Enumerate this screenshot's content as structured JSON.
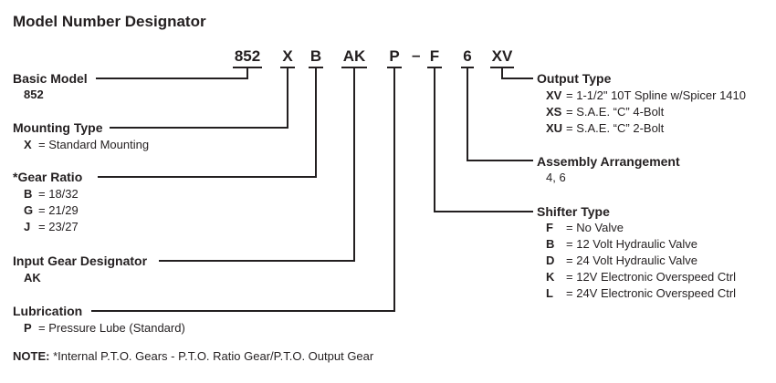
{
  "title": "Model Number Designator",
  "segments": {
    "s852": "852",
    "x": "X",
    "b": "B",
    "ak": "AK",
    "p": "P",
    "dash": "–",
    "f": "F",
    "six": "6",
    "xv": "XV"
  },
  "basic_model": {
    "heading": "Basic Model",
    "value": "852"
  },
  "mounting_type": {
    "heading": "Mounting Type",
    "options": [
      {
        "code": "X",
        "eq": "=",
        "desc": "Standard Mounting"
      }
    ]
  },
  "gear_ratio": {
    "heading": "*Gear Ratio",
    "options": [
      {
        "code": "B",
        "eq": "=",
        "desc": "18/32"
      },
      {
        "code": "G",
        "eq": "=",
        "desc": "21/29"
      },
      {
        "code": "J",
        "eq": "=",
        "desc": "23/27"
      }
    ]
  },
  "input_gear": {
    "heading": "Input Gear Designator",
    "value": "AK"
  },
  "lubrication": {
    "heading": "Lubrication",
    "options": [
      {
        "code": "P",
        "eq": "=",
        "desc": "Pressure Lube (Standard)"
      }
    ]
  },
  "output_type": {
    "heading": "Output Type",
    "options": [
      {
        "code": "XV",
        "eq": "=",
        "desc": "1-1/2\" 10T Spline w/Spicer 1410"
      },
      {
        "code": "XS",
        "eq": "=",
        "desc": "S.A.E. “C” 4-Bolt"
      },
      {
        "code": "XU",
        "eq": "=",
        "desc": "S.A.E. “C” 2-Bolt"
      }
    ]
  },
  "assembly": {
    "heading": "Assembly Arrangement",
    "value": "4, 6"
  },
  "shifter_type": {
    "heading": "Shifter Type",
    "options": [
      {
        "code": "F",
        "eq": "=",
        "desc": "No Valve"
      },
      {
        "code": "B",
        "eq": "=",
        "desc": "12 Volt Hydraulic Valve"
      },
      {
        "code": "D",
        "eq": "=",
        "desc": "24 Volt Hydraulic Valve"
      },
      {
        "code": "K",
        "eq": "=",
        "desc": "12V Electronic Overspeed Ctrl"
      },
      {
        "code": "L",
        "eq": "=",
        "desc": "24V Electronic Overspeed Ctrl"
      }
    ]
  },
  "note": {
    "label": "NOTE:",
    "text": " *Internal P.T.O. Gears - P.T.O. Ratio Gear/P.T.O. Output Gear"
  }
}
